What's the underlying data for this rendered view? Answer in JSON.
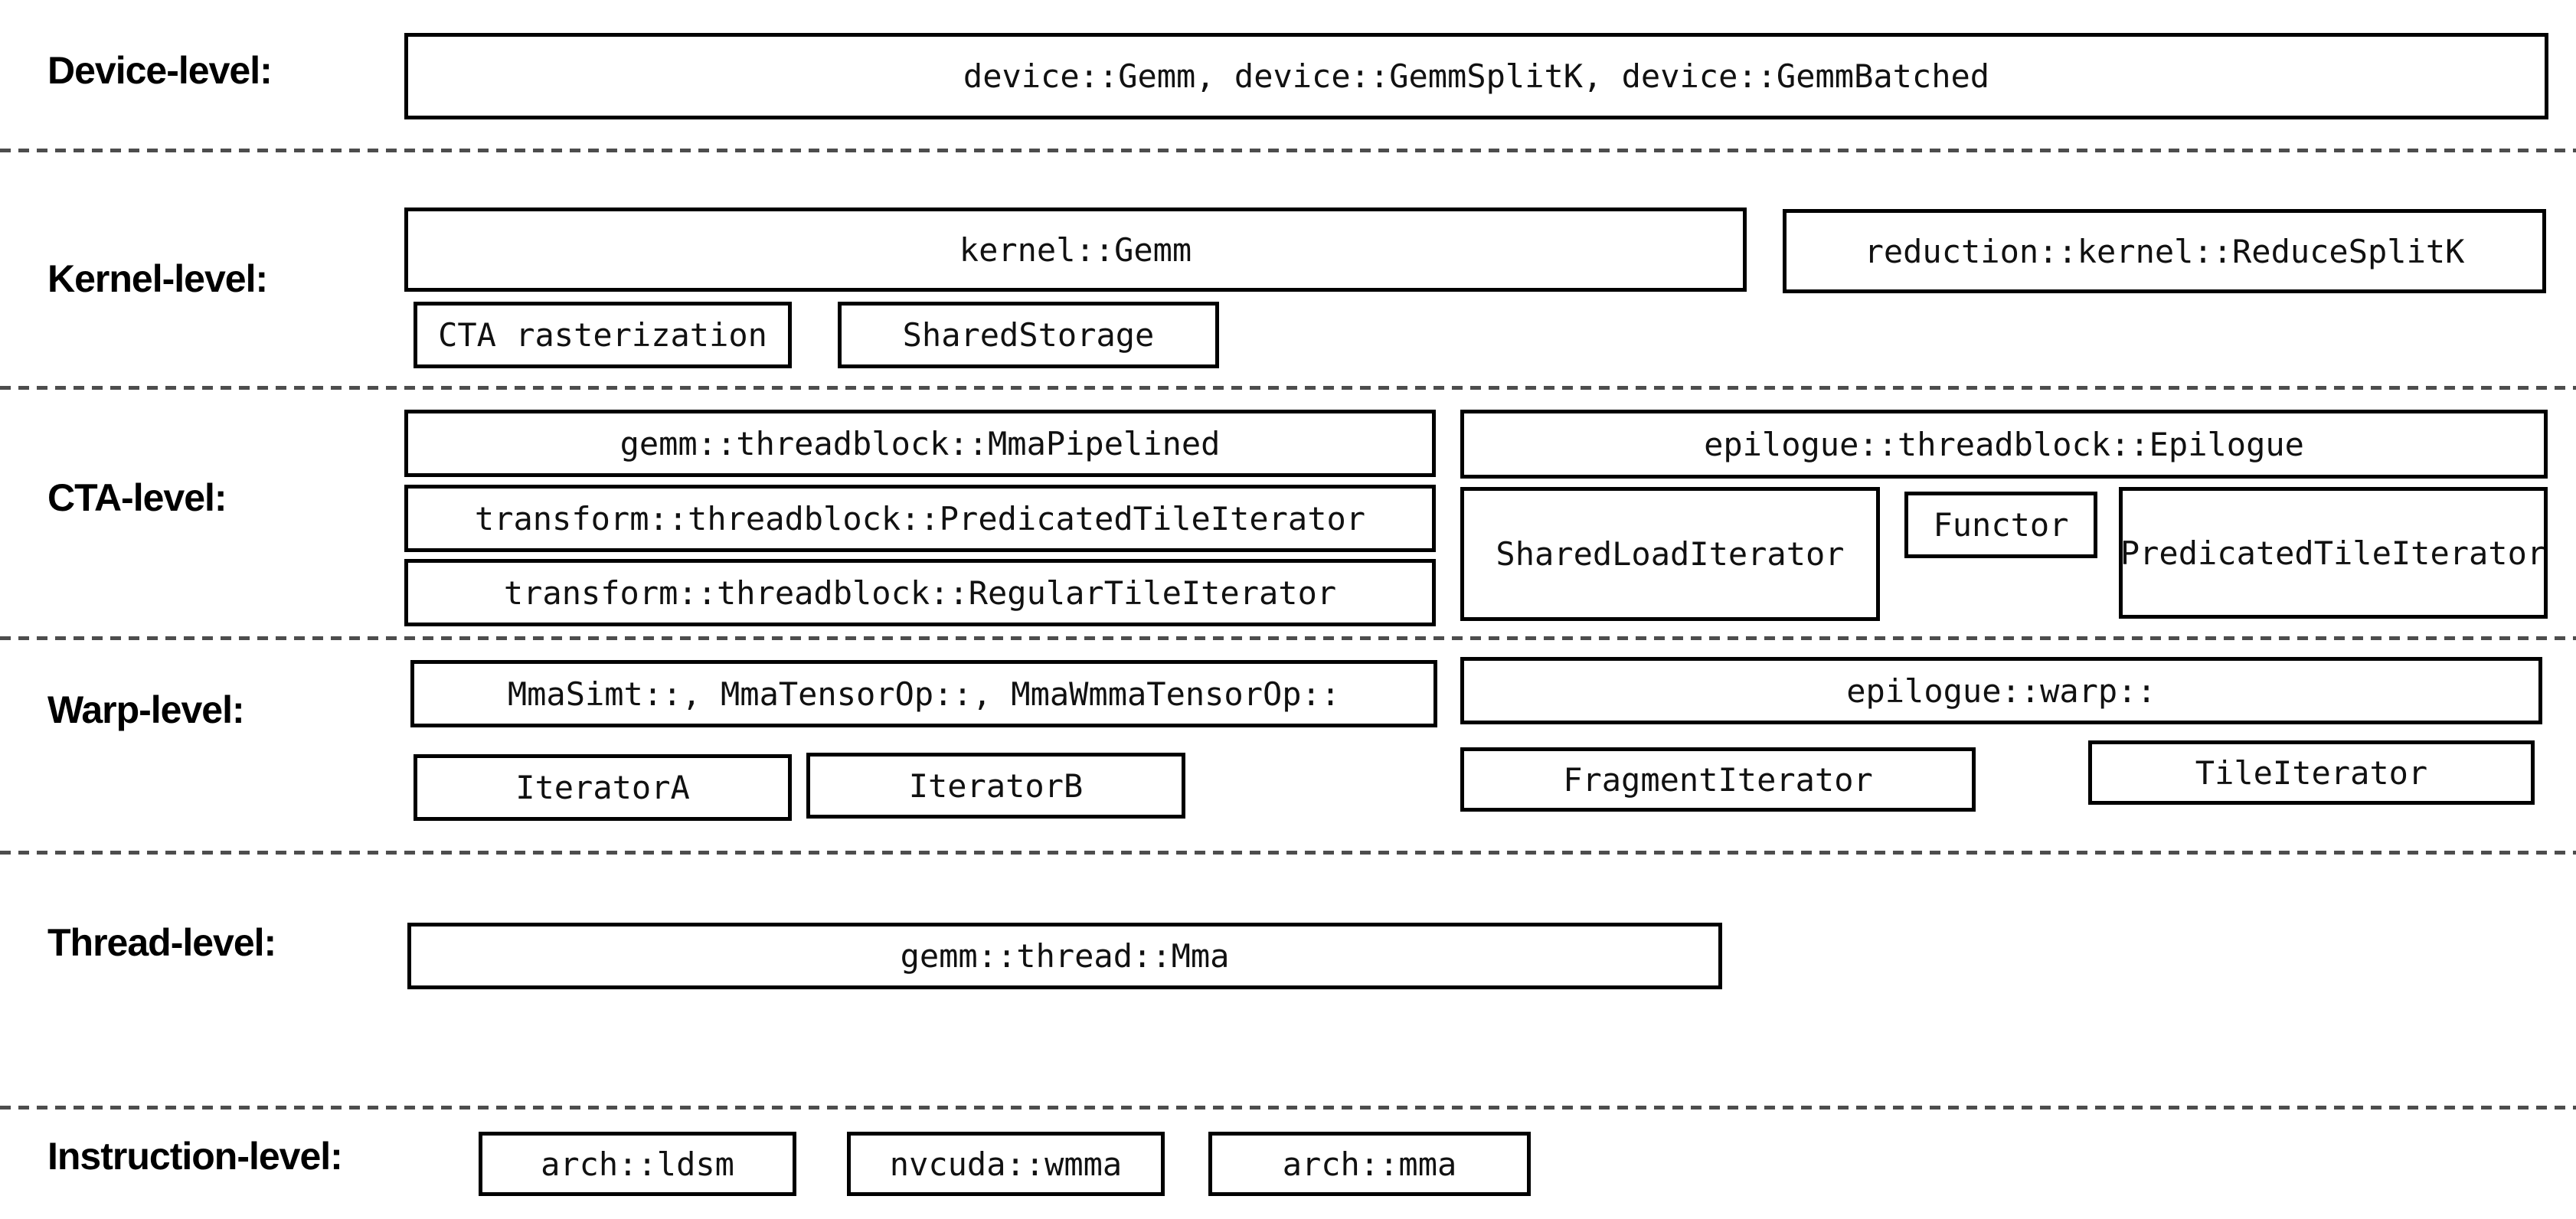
{
  "colors": {
    "background": "#ffffff",
    "box_border": "#000000",
    "box_text": "#111111",
    "label_text": "#000000",
    "separator": "#4d4d4d"
  },
  "levels": [
    {
      "label": "Device-level:",
      "boxes": [
        {
          "label": "device::Gemm, device::GemmSplitK, device::GemmBatched"
        }
      ]
    },
    {
      "label": "Kernel-level:",
      "boxes": [
        {
          "label": "kernel::Gemm"
        },
        {
          "label": "reduction::kernel::ReduceSplitK"
        },
        {
          "label": "CTA rasterization"
        },
        {
          "label": "SharedStorage"
        }
      ]
    },
    {
      "label": "CTA-level:",
      "boxes": [
        {
          "label": "gemm::threadblock::MmaPipelined"
        },
        {
          "label": "epilogue::threadblock::Epilogue"
        },
        {
          "label": "transform::threadblock::PredicatedTileIterator"
        },
        {
          "label": "SharedLoadIterator"
        },
        {
          "label": "Functor"
        },
        {
          "label": "PredicatedTileIterator"
        },
        {
          "label": "transform::threadblock::RegularTileIterator"
        }
      ]
    },
    {
      "label": "Warp-level:",
      "boxes": [
        {
          "label": "MmaSimt::, MmaTensorOp::, MmaWmmaTensorOp::"
        },
        {
          "label": "epilogue::warp::"
        },
        {
          "label": "IteratorA"
        },
        {
          "label": "IteratorB"
        },
        {
          "label": "FragmentIterator"
        },
        {
          "label": "TileIterator"
        }
      ]
    },
    {
      "label": "Thread-level:",
      "boxes": [
        {
          "label": "gemm::thread::Mma"
        }
      ]
    },
    {
      "label": "Instruction-level:",
      "boxes": [
        {
          "label": "arch::ldsm"
        },
        {
          "label": "nvcuda::wmma"
        },
        {
          "label": "arch::mma"
        }
      ]
    }
  ]
}
